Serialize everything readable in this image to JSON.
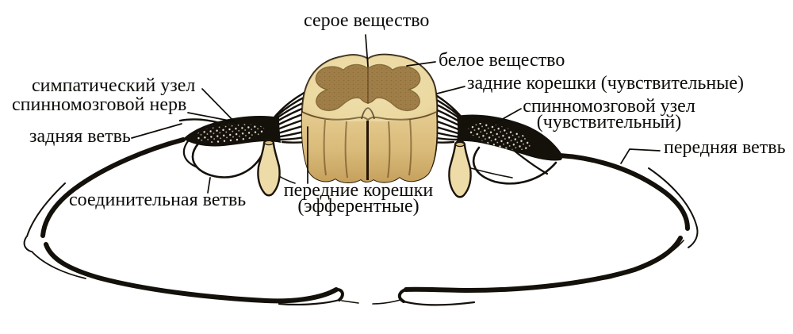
{
  "figure": {
    "labels": {
      "gray_matter": "серое вещество",
      "white_matter": "белое вещество",
      "posterior_roots": "задние корешки (чувствительные)",
      "spinal_ganglion_line1": "спинномозговой узел",
      "spinal_ganglion_line2": "(чувствительный)",
      "anterior_branch": "передняя ветвь",
      "sympathetic_ganglion": "симпатический узел",
      "spinal_nerve": "спинномозговой нерв",
      "posterior_branch": "задняя ветвь",
      "connecting_branch": "соединительная ветвь",
      "anterior_roots_line1": "передние корешки",
      "anterior_roots_line2": "(эфферентные)"
    },
    "colors": {
      "background": "#ffffff",
      "ink": "#14100a",
      "text": "#0e0c08",
      "cord_white_matter": "#ecd9a2",
      "cord_front": "#dcc083",
      "cord_shadow": "#b08c4a",
      "gray_matter": "#a07e48",
      "ganglion_fill": "#eddca8"
    }
  }
}
